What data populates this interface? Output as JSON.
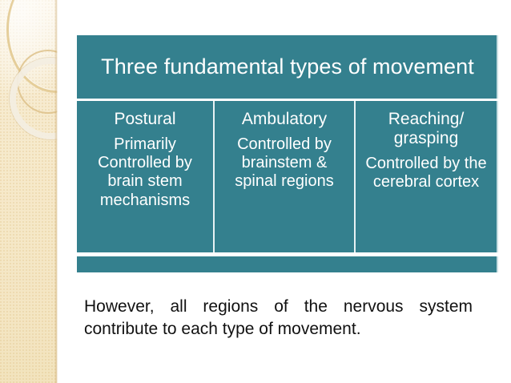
{
  "slide": {
    "background_color": "#ffffff",
    "accent_color": "#34808e",
    "text_color": "#111111"
  },
  "sidebar": {
    "decoration": "beige-textured-panel-with-rings",
    "base_color": "#f6e9ca",
    "ring_color": "#e4cb96"
  },
  "table": {
    "title": "Three fundamental types of movement",
    "columns": [
      {
        "heading": "Postural",
        "description": "Primarily Controlled by brain stem mechanisms"
      },
      {
        "heading": "Ambulatory",
        "description": "Controlled by brainstem & spinal regions"
      },
      {
        "heading": "Reaching/ grasping",
        "description": "Controlled by the cerebral cortex"
      }
    ]
  },
  "body": {
    "paragraph": "However, all regions of the nervous system contribute to each type of movement."
  }
}
